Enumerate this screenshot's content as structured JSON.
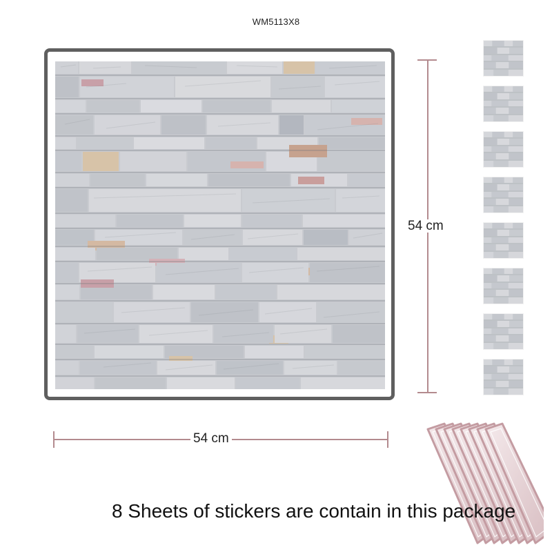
{
  "header": {
    "model_code": "WM5113X8"
  },
  "dimensions": {
    "height_label": "54 cm",
    "width_label": "54 cm"
  },
  "package": {
    "sheet_count": 8,
    "caption": "8 Sheets of stickers are contain in this package"
  },
  "colors": {
    "frame": "#5f5f5f",
    "measure": "#b38a8e",
    "stone_light": "#d8d9de",
    "stone_mid": "#bfc2c8",
    "stone_dark": "#8f9399",
    "accent_tan": "#d4b9a2",
    "accent_pink": "#c8a0a8"
  }
}
